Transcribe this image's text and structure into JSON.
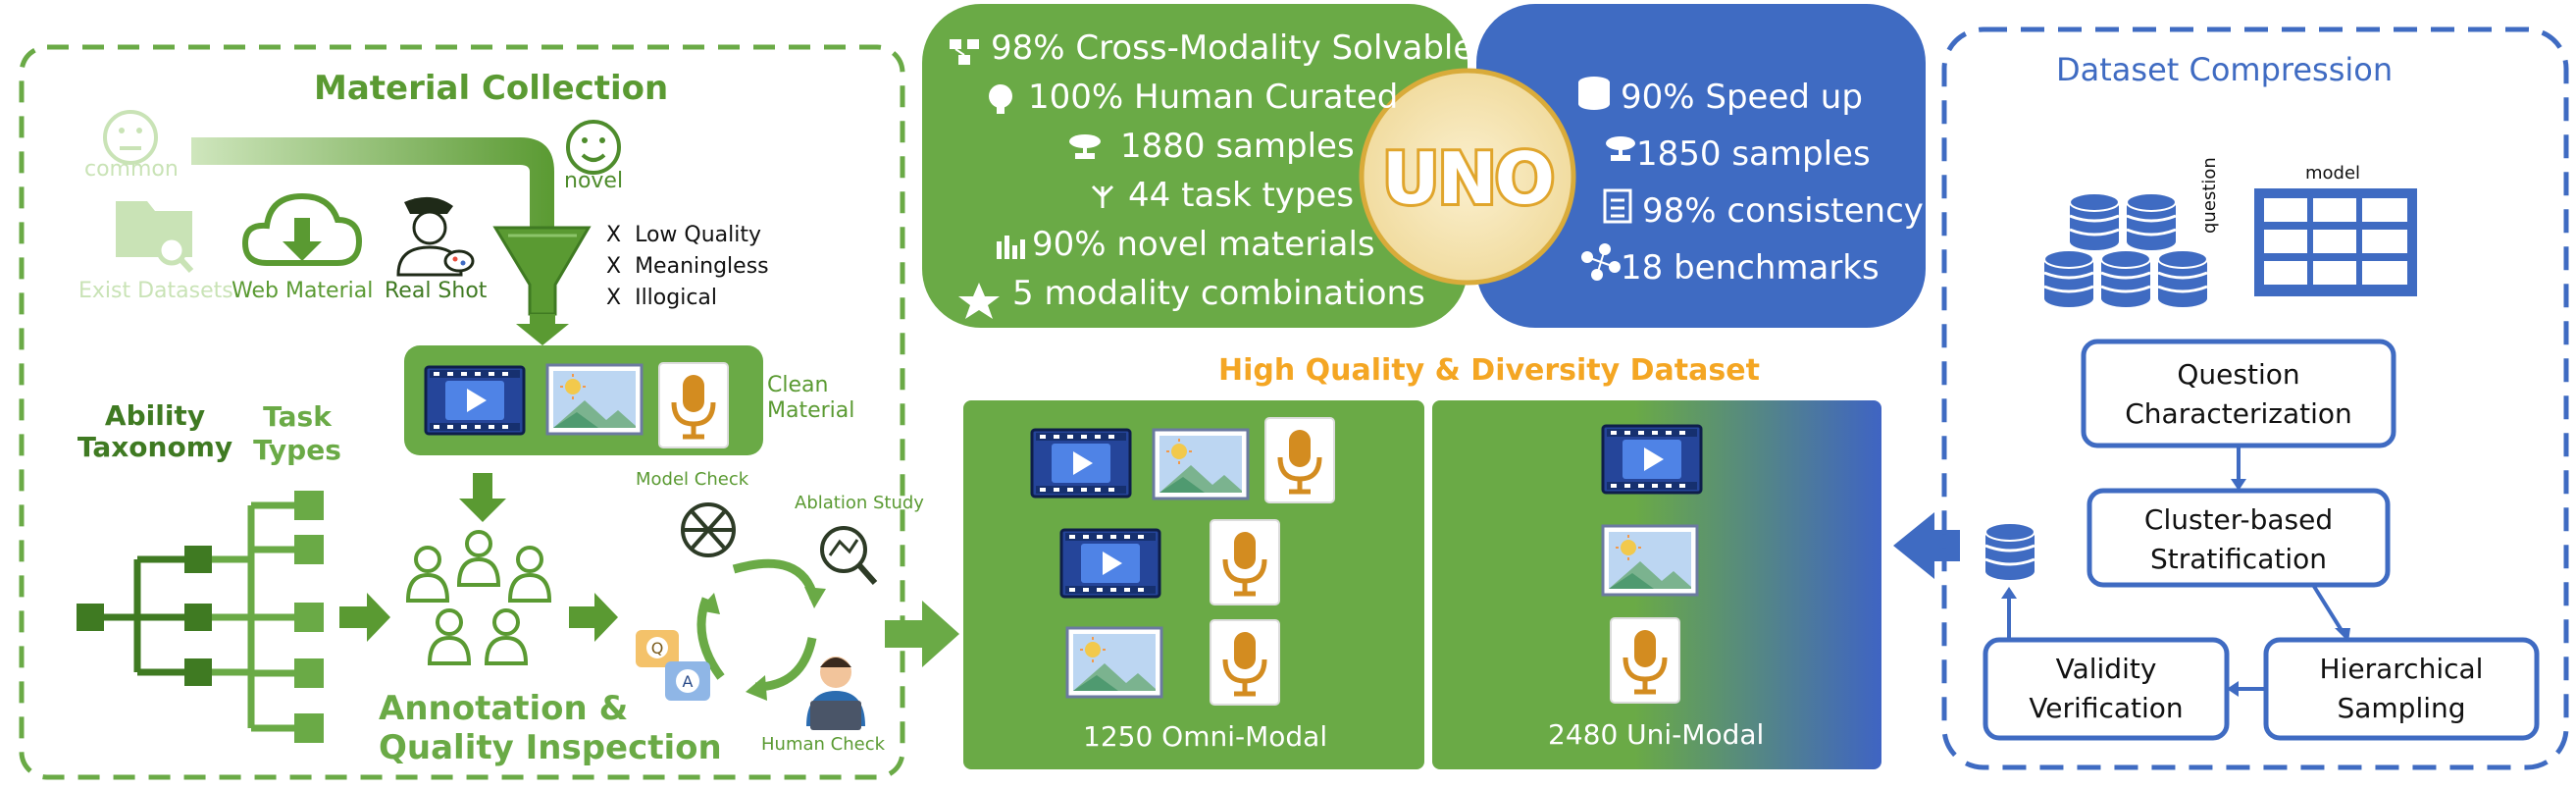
{
  "material": {
    "title": "Material Collection",
    "common": "common",
    "novel": "novel",
    "sources": [
      "Exist Datasets",
      "Web Material",
      "Real Shot"
    ],
    "filters": [
      "Low Quality",
      "Meaningless",
      "Illogical"
    ],
    "filter_mark": "X",
    "clean_material": [
      "Clean",
      "Material"
    ],
    "ability_taxonomy": [
      "Ability",
      "Taxonomy"
    ],
    "task_types": [
      "Task",
      "Types"
    ],
    "model_check": "Model Check",
    "ablation_study": "Ablation Study",
    "human_check": "Human Check",
    "annotation": [
      "Annotation &",
      "Quality Inspection"
    ]
  },
  "stats_left": [
    {
      "icon": "puzzle-hierarchy-icon",
      "text": "98% Cross-Modality Solvable"
    },
    {
      "icon": "head-idea-icon",
      "text": "100% Human Curated"
    },
    {
      "icon": "bonsai-icon",
      "text": "1880 samples"
    },
    {
      "icon": "branch-icon",
      "text": "44 task types"
    },
    {
      "icon": "bar-chart-icon",
      "text": "90% novel materials"
    },
    {
      "icon": "star-combo-icon",
      "text": "5 modality combinations"
    }
  ],
  "stats_right": [
    {
      "icon": "database-icon",
      "text": "90% Speed up"
    },
    {
      "icon": "bonsai-icon",
      "text": "1850 samples"
    },
    {
      "icon": "checklist-icon",
      "text": "98% consistency"
    },
    {
      "icon": "network-icon",
      "text": "18 benchmarks"
    }
  ],
  "logo": "UNO",
  "dataset": {
    "title": "High Quality & Diversity Dataset",
    "omni": "1250 Omni-Modal",
    "uni": "2480 Uni-Modal"
  },
  "compression": {
    "title": "Dataset Compression",
    "model": "model",
    "question": "question",
    "steps": [
      [
        "Question",
        "Characterization"
      ],
      [
        "Cluster-based",
        "Stratification"
      ],
      [
        "Hierarchical",
        "Sampling"
      ],
      [
        "Validity",
        "Verification"
      ]
    ]
  },
  "colors": {
    "green": "#6aaa46",
    "dark_green": "#4e8c2c",
    "blue": "#3f6bc2",
    "orange": "#f4a623",
    "mic": "#d38c20"
  }
}
